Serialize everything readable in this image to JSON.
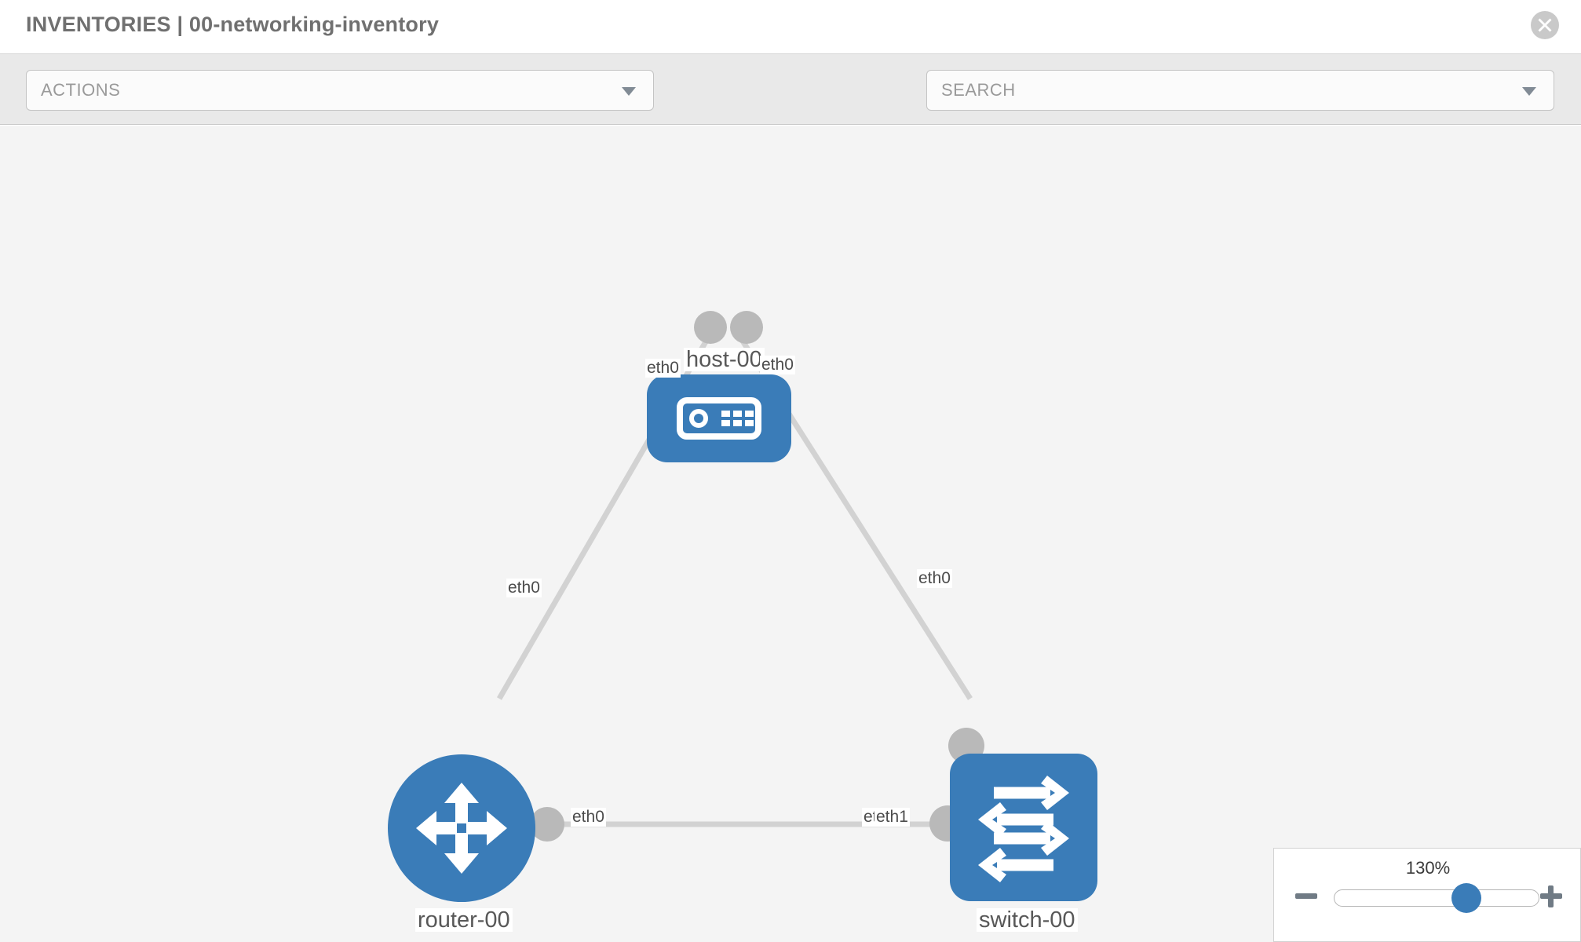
{
  "header": {
    "title": "INVENTORIES | 00-networking-inventory",
    "close_icon": "close-circle-icon"
  },
  "toolbar": {
    "actions_label": "ACTIONS",
    "actions_caret_icon": "chevron-down-icon",
    "wrench_icon": "wrench-icon",
    "key_icon": "key-icon",
    "search_placeholder": "SEARCH",
    "search_caret_icon": "chevron-down-icon"
  },
  "topology": {
    "nodes": [
      {
        "id": "host-00",
        "label": "host-00",
        "type": "host",
        "icon": "server-icon",
        "shape": "rounded-square",
        "color": "#3a7cb8"
      },
      {
        "id": "router-00",
        "label": "router-00",
        "type": "router",
        "icon": "router-arrows-icon",
        "shape": "circle",
        "color": "#3a7cb8"
      },
      {
        "id": "switch-00",
        "label": "switch-00",
        "type": "switch",
        "icon": "switch-arrows-icon",
        "shape": "rounded-square",
        "color": "#3a7cb8"
      }
    ],
    "links": [
      {
        "from": "host-00",
        "from_interface": "eth0",
        "to": "router-00",
        "to_interface": "eth0"
      },
      {
        "from": "host-00",
        "from_interface": "eth0",
        "to": "switch-00",
        "to_interface": "eth0"
      },
      {
        "from": "router-00",
        "from_interface": "eth0",
        "to": "switch-00",
        "to_interface": "eth1"
      }
    ],
    "edge_labels": {
      "host_left": "eth0",
      "host_right": "eth0",
      "router_upper": "eth0",
      "switch_upper": "eth0",
      "router_right": "eth0",
      "switch_left_overlap_a": "eth0",
      "switch_left_overlap_b": "eth1"
    },
    "link_color": "#d2d2d2",
    "connector_color": "#b9b9b9"
  },
  "zoom_control": {
    "level": "130%",
    "minus_icon": "minus-icon",
    "plus_icon": "plus-icon",
    "slider_name": "zoom-slider"
  }
}
